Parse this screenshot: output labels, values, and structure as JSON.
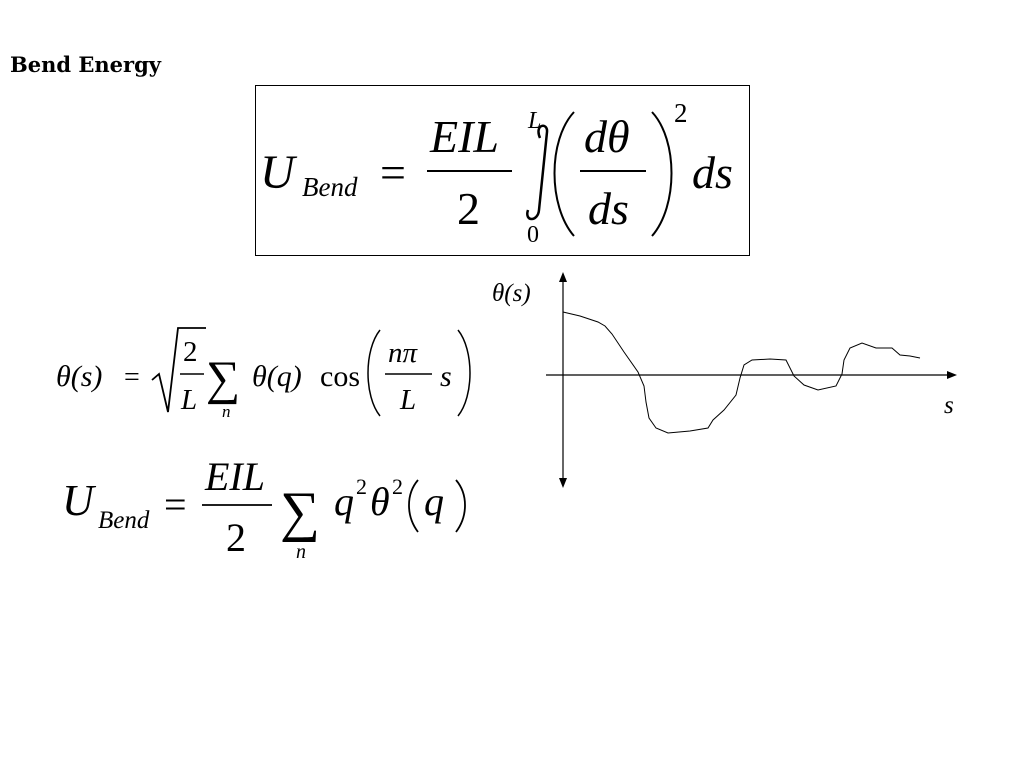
{
  "slide": {
    "title": "Bend Energy"
  },
  "equation1": {
    "lhs_symbol": "U",
    "lhs_sub": "Bend",
    "equals": "=",
    "numerator": "EIL",
    "denominator": "2",
    "upper_limit": "L",
    "lower_limit": "0",
    "inner_num": "dθ",
    "inner_den": "ds",
    "exponent": "2",
    "trailing": "ds"
  },
  "equation2": {
    "lhs": "θ(s)",
    "equals": "=",
    "root_num": "2",
    "root_den": "L",
    "sum_index": "n",
    "term": "θ(q)",
    "func": "cos",
    "arg_num": "nπ",
    "arg_den": "L",
    "arg_var": "s"
  },
  "equation3": {
    "lhs_symbol": "U",
    "lhs_sub": "Bend",
    "equals": "=",
    "numerator": "EIL",
    "denominator": "2",
    "sum_index": "n",
    "q": "q",
    "q_exp": "2",
    "theta": "θ",
    "theta_exp": "2",
    "arg": "q"
  },
  "graph": {
    "y_label": "θ(s)",
    "x_label": "s"
  }
}
